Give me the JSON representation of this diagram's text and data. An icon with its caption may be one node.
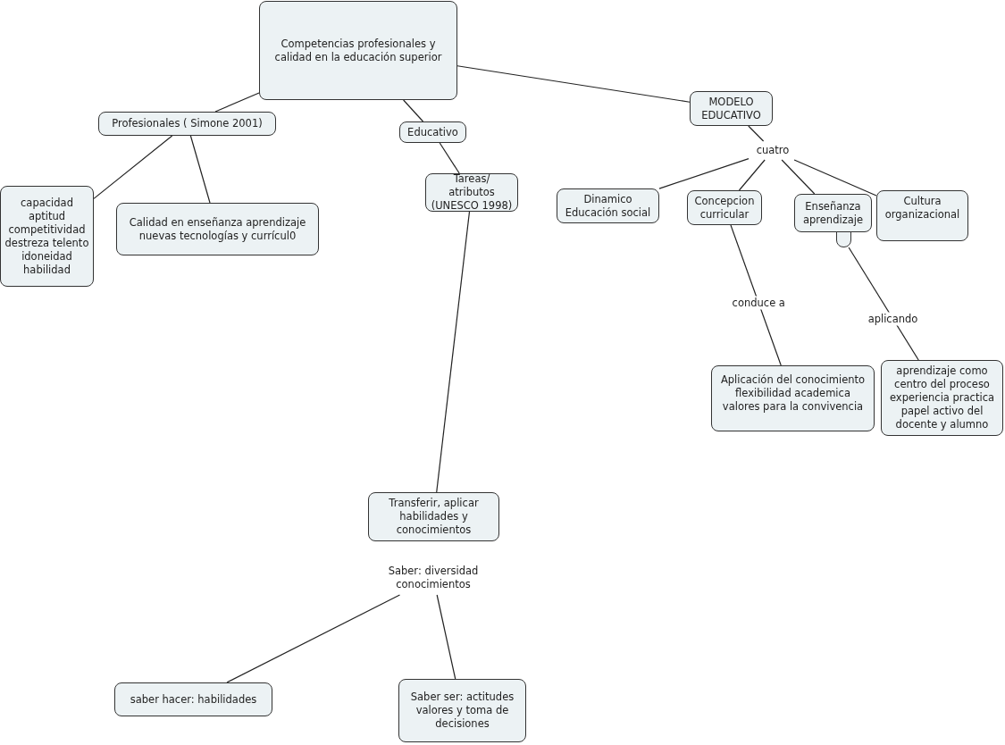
{
  "diagram": {
    "nodes": [
      {
        "text": [
          "Competencias profesionales y calidad en la educación superior"
        ]
      },
      {
        "text": [
          "Profesionales ( Simone 2001)"
        ]
      },
      {
        "text": [
          "Educativo"
        ]
      },
      {
        "text": [
          "MODELO EDUCATIVO"
        ]
      },
      {
        "text": [
          "capacidad aptitud competitividad destreza telento idoneidad habilidad"
        ]
      },
      {
        "text": [
          "Calidad en enseñanza aprendizaje nuevas tecnologías y currícul0"
        ]
      },
      {
        "text": [
          "Tareas/ atributos (UNESCO 1998)"
        ]
      },
      {
        "text": [
          "cuatro"
        ]
      },
      {
        "text": [
          "Dinamico Educación social"
        ]
      },
      {
        "text": [
          "Concepcion curricular"
        ]
      },
      {
        "text": [
          "Enseñanza aprendizaje"
        ]
      },
      {
        "text": [],
        "shape": "box"
      },
      {
        "text": [
          "Cultura organizacional"
        ]
      },
      {
        "text": [
          "Aplicación del conocimiento flexibilidad academica valores para la convivencia"
        ]
      },
      {
        "text": [
          "aprendizaje como centro del proceso experiencia practica papel activo del docente y alumno"
        ]
      },
      {
        "text": [
          "Transferir, aplicar habilidades y conocimientos"
        ]
      },
      {
        "text": [
          "Saber: diversidad conocimientos"
        ]
      },
      {
        "text": [
          "saber hacer: habilidades"
        ]
      },
      {
        "text": [
          "Saber ser: actitudes valores y toma de decisiones"
        ]
      }
    ],
    "edges": [
      {
        "from": 0,
        "to": 1,
        "arrow": "none"
      },
      {
        "from": 0,
        "to": 2,
        "arrow": "none"
      },
      {
        "from": 0,
        "to": 3,
        "arrow": "none"
      },
      {
        "from": 1,
        "to": 4,
        "arrow": "none"
      },
      {
        "from": 1,
        "to": 5,
        "arrow": "none"
      },
      {
        "from": 2,
        "to": 6,
        "arrow": "none"
      },
      {
        "from": 6,
        "to": 15,
        "arrow": "none"
      },
      {
        "from": 3,
        "to": 7,
        "arrow": "none"
      },
      {
        "from": 7,
        "to": 8,
        "arrow": "none"
      },
      {
        "from": 7,
        "to": 9,
        "arrow": "none"
      },
      {
        "from": 7,
        "to": 10,
        "arrow": "none"
      },
      {
        "from": 7,
        "to": 12,
        "arrow": "none"
      },
      {
        "from": 9,
        "to": 13,
        "label": "conduce a",
        "arrow": "none"
      },
      {
        "from": 11,
        "to": 14,
        "label": "aplicando",
        "arrow": "none"
      },
      {
        "from": 16,
        "to": 17,
        "arrow": "none"
      },
      {
        "from": 16,
        "to": 18,
        "arrow": "none"
      }
    ]
  }
}
